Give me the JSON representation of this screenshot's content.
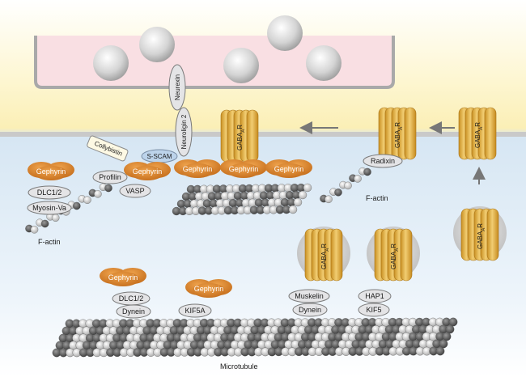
{
  "labels": {
    "gephyrin": "Gephyrin",
    "dlc": "DLC1/2",
    "myosin": "Myosin-Va",
    "profilin": "Profilin",
    "vasp": "VASP",
    "collybistin": "Collybistin",
    "sscam": "S-SCAM",
    "neurexin": "Neurexin",
    "neuroligin": "Neuroligin 2",
    "gabaa_main": "GABA",
    "gabaa_sub": "A",
    "gabaa_r": "R",
    "radixin": "Radixin",
    "factin": "F-actin",
    "muskelin": "Muskelin",
    "dynein": "Dynein",
    "hap1": "HAP1",
    "kif5": "KIF5",
    "kif5a": "KIF5A",
    "microtubule": "Microtubule"
  },
  "colors": {
    "presynaptic": "#f9dfe3",
    "membrane": "#fbefb6",
    "cytoplasm": "#dcebf6",
    "gephyrin": "#d9812a",
    "receptor": "#e4b24a",
    "adaptor": "#e4e4e6",
    "arrow": "#777777"
  }
}
